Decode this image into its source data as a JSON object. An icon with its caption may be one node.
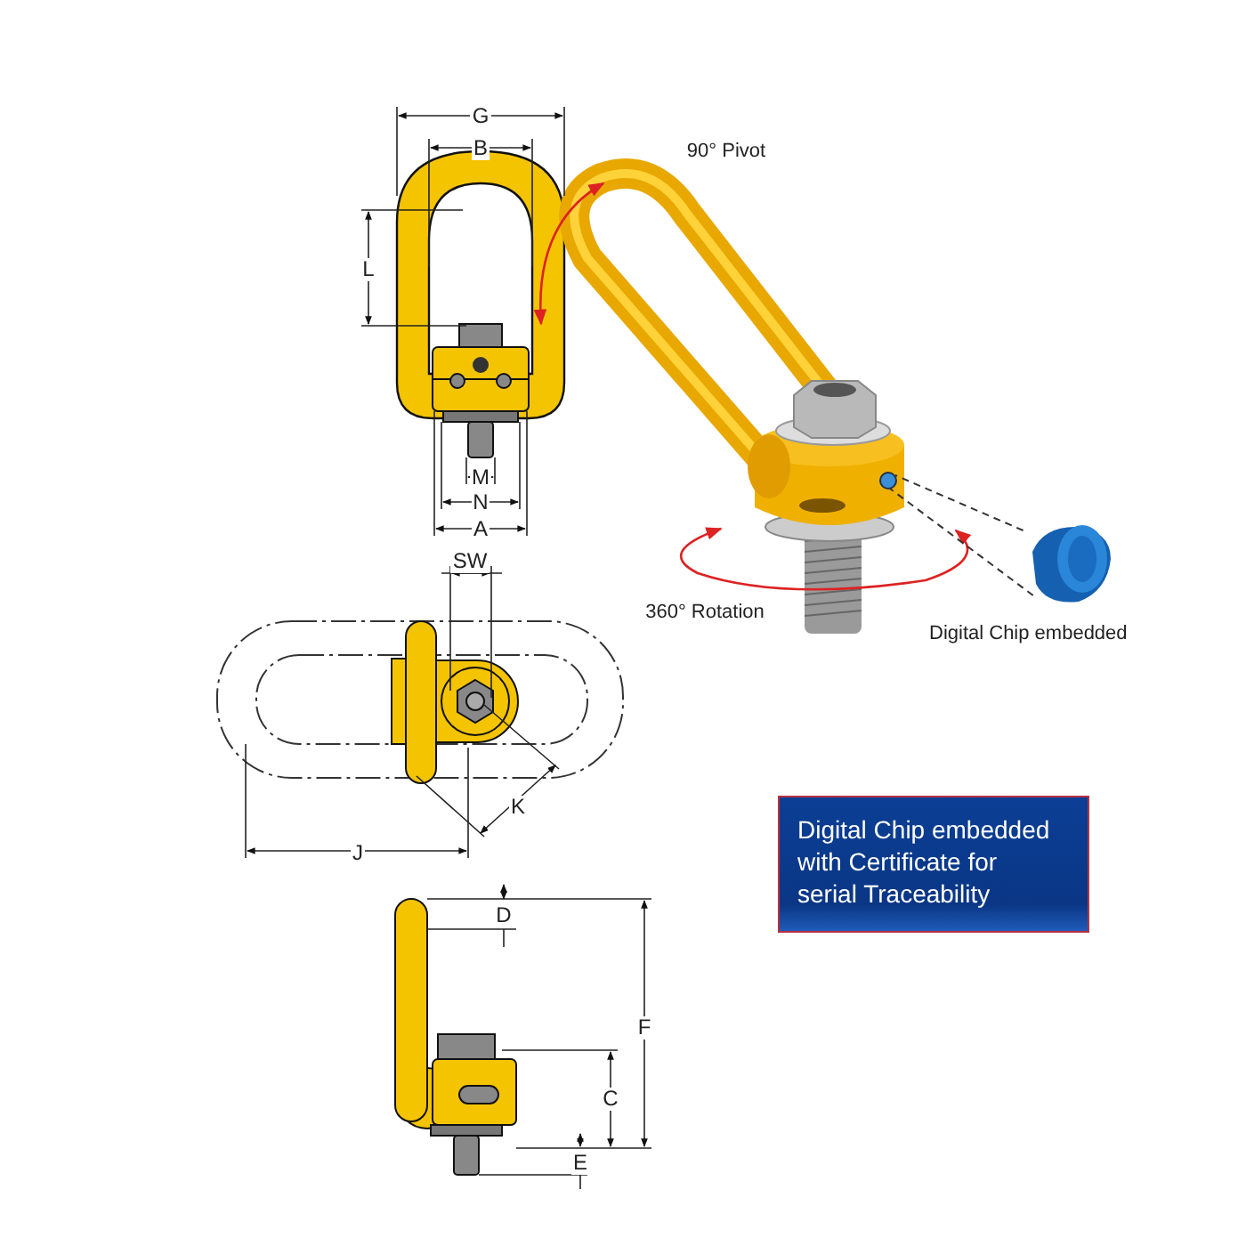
{
  "diagram": {
    "nodes": [
      {
        "text": [
          "Digital Chip embedded with Certificate for serial Traceability"
        ]
      },
      {
        "text": [],
        "shape": "picture",
        "beside": [
          "Digital Chip embedded"
        ]
      },
      {
        "text": [],
        "shape": "circle"
      }
    ],
    "edges": [
      {
        "from": 1,
        "to": 2,
        "arrow": "none",
        "style": "dashed"
      },
      {
        "from": 1,
        "to": 2,
        "arrow": "none",
        "style": "dashed"
      }
    ],
    "labels": [
      "G",
      "B",
      "90° Pivot",
      "L",
      "M",
      "N",
      "A",
      "SW",
      "360° Rotation",
      "K",
      "J",
      "D",
      "F",
      "C",
      "E"
    ]
  }
}
